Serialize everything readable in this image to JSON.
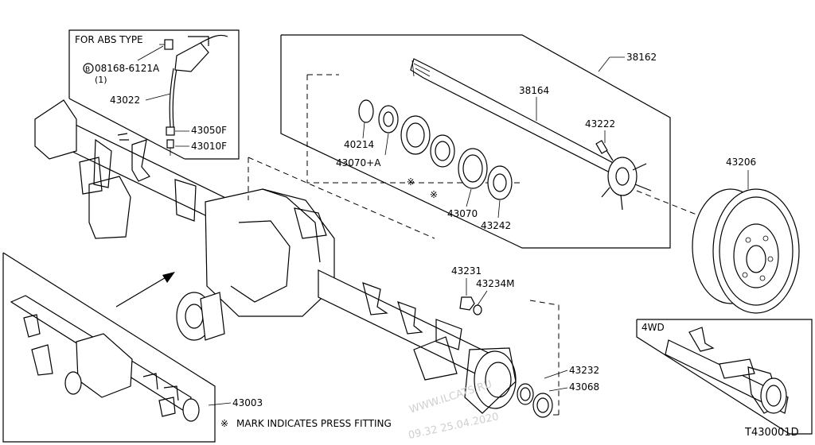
{
  "diagram": {
    "abs_note": "FOR ABS TYPE",
    "bolt_mark": "B",
    "bolt_part": "08168-6121A",
    "bolt_qty": "(1)",
    "press_mark": "※",
    "press_note": "MARK INDICATES PRESS FITTING",
    "wd4_label": "4WD",
    "figure_id": "T430001D",
    "watermark_1": "WWW.ILCATS.RU",
    "watermark_2": "09.32 25.04.2020",
    "parts": {
      "p43022": "43022",
      "p43050F": "43050F",
      "p43010F": "43010F",
      "p38162": "38162",
      "p38164": "38164",
      "p43222": "43222",
      "p40214": "40214",
      "p43070A": "43070+A",
      "p43070": "43070",
      "p43242": "43242",
      "p43206": "43206",
      "p43231": "43231",
      "p43234M": "43234M",
      "p43232": "43232",
      "p43068": "43068",
      "p43003": "43003"
    }
  }
}
